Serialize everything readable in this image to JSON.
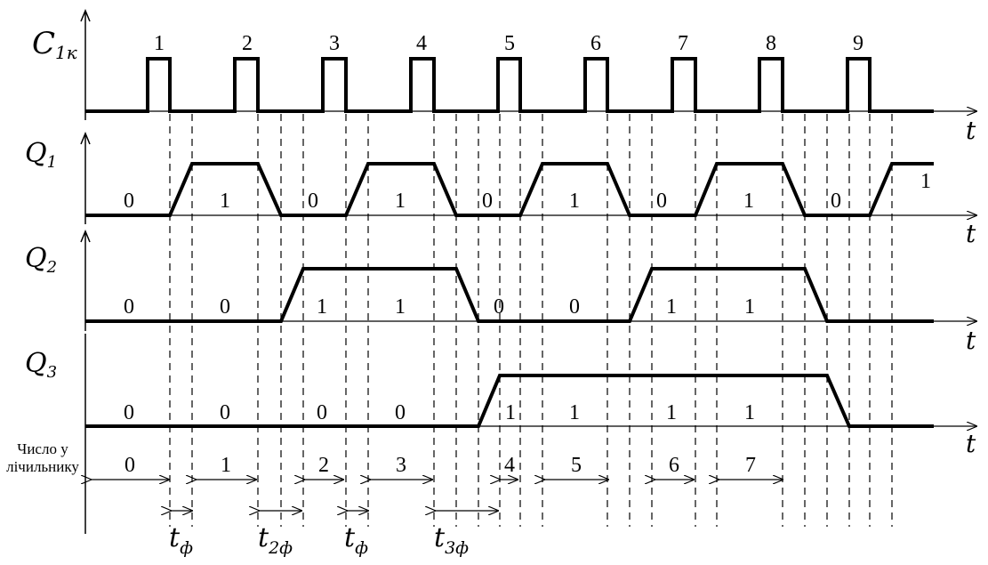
{
  "signals": {
    "clk": {
      "label": "C",
      "subscript": "1к"
    },
    "q1": {
      "label": "Q",
      "subscript": "1"
    },
    "q2": {
      "label": "Q",
      "subscript": "2"
    },
    "q3": {
      "label": "Q",
      "subscript": "3"
    }
  },
  "time_axis_label": "t",
  "clock_pulse_numbers": [
    "1",
    "2",
    "3",
    "4",
    "5",
    "6",
    "7",
    "8",
    "9"
  ],
  "q1_values": [
    "0",
    "1",
    "0",
    "1",
    "0",
    "1",
    "0",
    "1",
    "0",
    "1"
  ],
  "q2_values": [
    "0",
    "0",
    "1",
    "1",
    "0",
    "0",
    "1",
    "1"
  ],
  "q3_values": [
    "0",
    "0",
    "0",
    "0",
    "1",
    "1",
    "1",
    "1"
  ],
  "counter": {
    "caption_line1": "Число у",
    "caption_line2": "лічильнику",
    "values": [
      "0",
      "1",
      "2",
      "3",
      "4",
      "5",
      "6",
      "7"
    ]
  },
  "delays": [
    {
      "main": "t",
      "sub": "ф"
    },
    {
      "main": "t",
      "sub": "2ф"
    },
    {
      "main": "t",
      "sub": "ф"
    },
    {
      "main": "t",
      "sub": "3ф"
    }
  ]
}
